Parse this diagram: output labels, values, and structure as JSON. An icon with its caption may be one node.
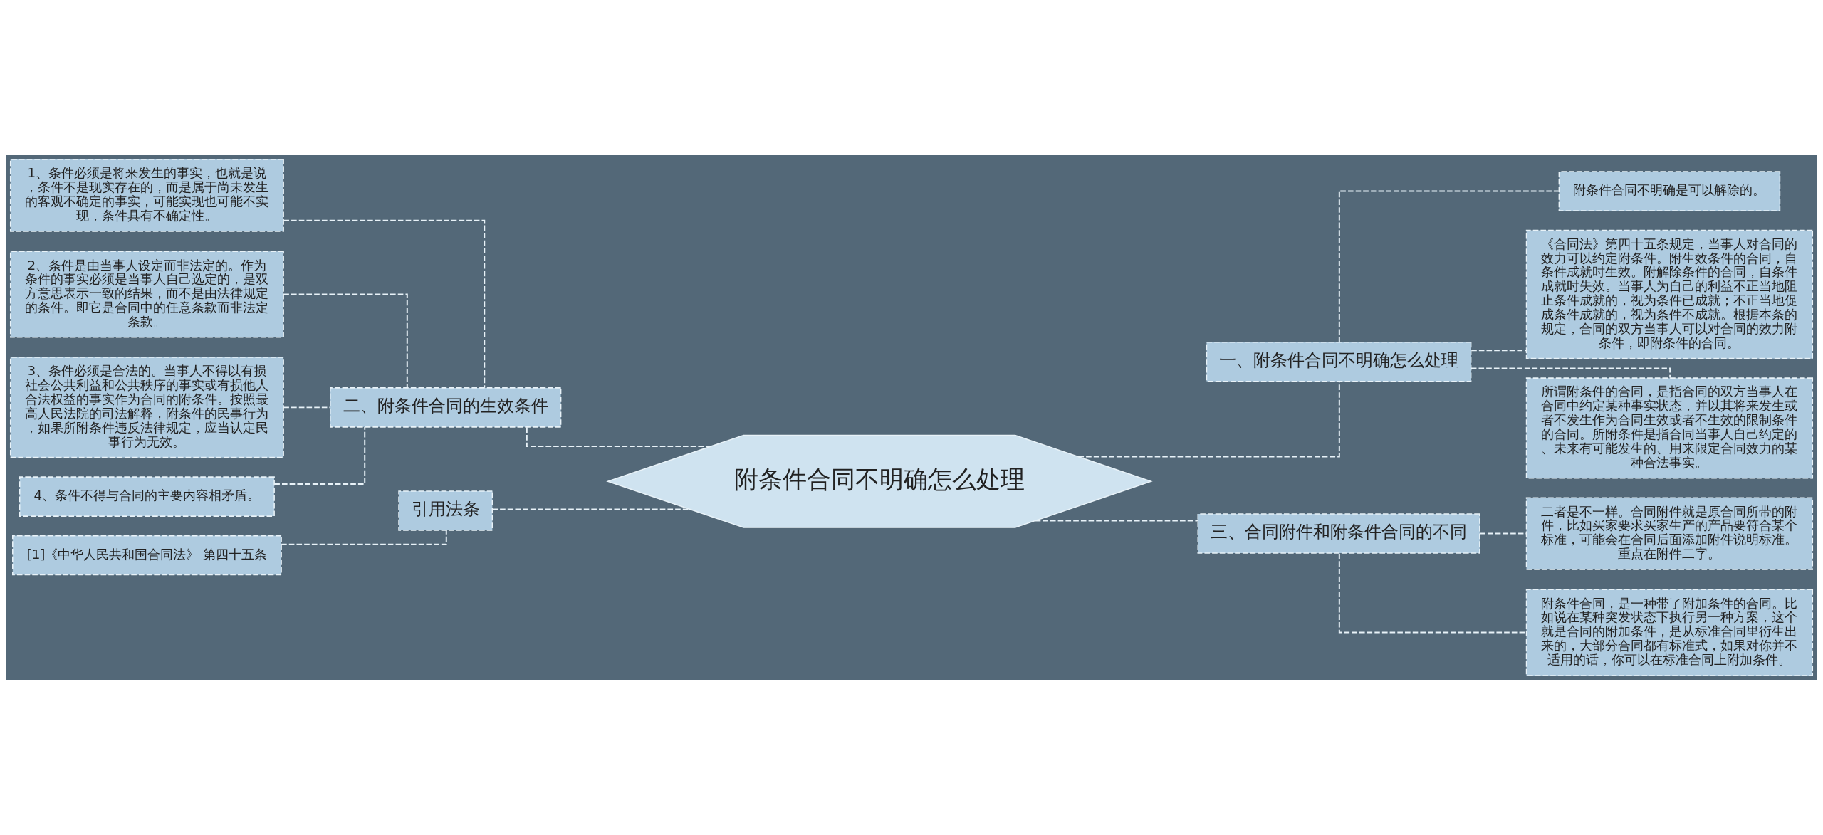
{
  "diagram": {
    "nodes": [
      {
        "text": [
          "附条件合同不明确怎么处理"
        ]
      },
      {
        "text": [
          "一、附条件合同不明确怎么处理"
        ]
      },
      {
        "text": [
          "附条件合同不明确是可以解除的。"
        ]
      },
      {
        "text": [
          "《合同法》第四十五条规定，当事人对合同的效力可以约定附条件。附生效条件的合同，自条件成就时生效。附解除条件的合同，自条件成就时失效。当事人为自己的利益不正当地阻止条件成就的，视为条件已成就；不正当地促成条件成就的，视为条件不成就。根据本条的规定，合同的双方当事人可以对合同的效力附条件，即附条件的合同。"
        ]
      },
      {
        "text": [
          "所谓附条件的合同，是指合同的双方当事人在合同中约定某种事实状态，并以其将来发生或者不发生作为合同生效或者不生效的限制条件的合同。所附条件是指合同当事人自己约定的、未来有可能发生的、用来限定合同效力的某种合法事实。"
        ]
      },
      {
        "text": [
          "三、合同附件和附条件合同的不同"
        ]
      },
      {
        "text": [
          "二者是不一样。合同附件就是原合同所带的附件，比如买家要求买家生产的产品要符合某个标准，可能会在合同后面添加附件说明标准。重点在附件二字。"
        ]
      },
      {
        "text": [
          "附条件合同，是一种带了附加条件的合同。比如说在某种突发状态下执行另一种方案，这个就是合同的附加条件，是从标准合同里衍生出来的，大部分合同都有标准式，如果对你并不适用的话，你可以在标准合同上附加条件。"
        ]
      },
      {
        "text": [
          "二、附条件合同的生效条件"
        ]
      },
      {
        "text": [
          "1、条件必须是将来发生的事实，也就是说，条件不是现实存在的，而是属于尚未发生的客观不确定的事实，可能实现也可能不实现，条件具有不确定性。"
        ]
      },
      {
        "text": [
          "2、条件是由当事人设定而非法定的。作为条件的事实必须是当事人自己选定的，是双方意思表示一致的结果，而不是由法律规定的条件。即它是合同中的任意条款而非法定条款。"
        ]
      },
      {
        "text": [
          "3、条件必须是合法的。当事人不得以有损社会公共利益和公共秩序的事实或有损他人合法权益的事实作为合同的附条件。按照最高人民法院的司法解释，附条件的民事行为，如果所附条件违反法律规定，应当认定民事行为无效。"
        ]
      },
      {
        "text": [
          "4、条件不得与合同的主要内容相矛盾。"
        ]
      },
      {
        "text": [
          "引用法条"
        ]
      },
      {
        "text": [
          "[1]《中华人民共和国合同法》 第四十五条"
        ]
      }
    ],
    "edges": [
      {
        "from": 0,
        "to": 1,
        "arrow": "none"
      },
      {
        "from": 1,
        "to": 2,
        "arrow": "none"
      },
      {
        "from": 1,
        "to": 3,
        "arrow": "none"
      },
      {
        "from": 1,
        "to": 4,
        "arrow": "none"
      },
      {
        "from": 0,
        "to": 5,
        "arrow": "none"
      },
      {
        "from": 5,
        "to": 6,
        "arrow": "none"
      },
      {
        "from": 5,
        "to": 7,
        "arrow": "none"
      },
      {
        "from": 0,
        "to": 8,
        "arrow": "none"
      },
      {
        "from": 8,
        "to": 9,
        "arrow": "none"
      },
      {
        "from": 8,
        "to": 10,
        "arrow": "none"
      },
      {
        "from": 8,
        "to": 11,
        "arrow": "none"
      },
      {
        "from": 8,
        "to": 12,
        "arrow": "none"
      },
      {
        "from": 0,
        "to": 13,
        "arrow": "none"
      },
      {
        "from": 13,
        "to": 14,
        "arrow": "none"
      }
    ]
  }
}
